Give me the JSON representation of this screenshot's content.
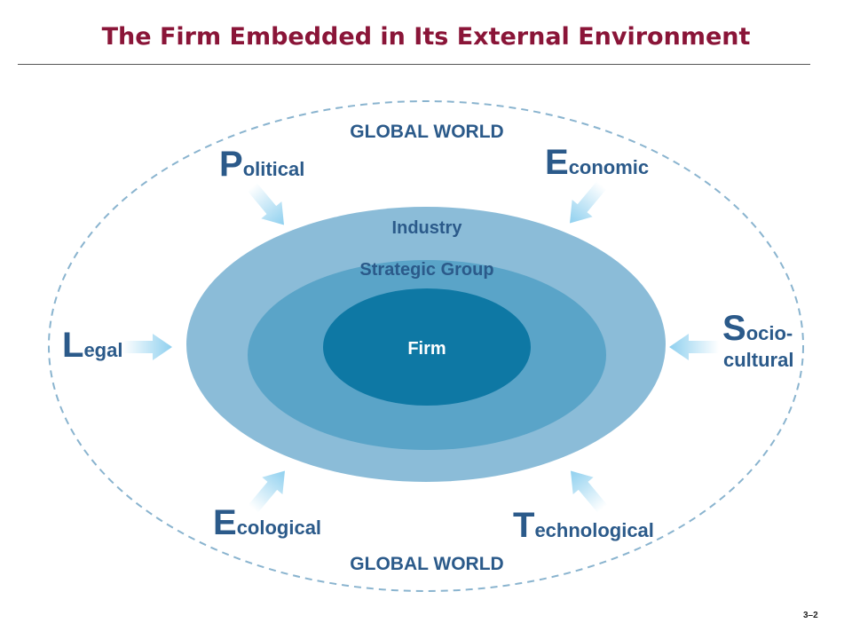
{
  "title": "The Firm Embedded in Its External Environment",
  "slide_number": "3–2",
  "diagram": {
    "outer_boundary": {
      "label_top": "GLOBAL WORLD",
      "label_bottom": "GLOBAL WORLD"
    },
    "rings": {
      "industry": "Industry",
      "strategic_group": "Strategic Group",
      "firm": "Firm"
    },
    "forces": {
      "political": {
        "initial": "P",
        "rest": "olitical"
      },
      "economic": {
        "initial": "E",
        "rest": "conomic"
      },
      "legal": {
        "initial": "L",
        "rest": "egal"
      },
      "sociocultural": {
        "initial": "S",
        "rest": "ocio-",
        "line2": "cultural"
      },
      "ecological": {
        "initial": "E",
        "rest": "cological"
      },
      "technological": {
        "initial": "T",
        "rest": "echnological"
      }
    },
    "colors": {
      "industry": "#8bbcd8",
      "strategic_group": "#5aa4c8",
      "firm": "#0e78a4",
      "arrow": "#8fd0ef",
      "label_text": "#2b5a8a",
      "dashed_border": "#8ab4cf",
      "title": "#8a1538"
    }
  }
}
